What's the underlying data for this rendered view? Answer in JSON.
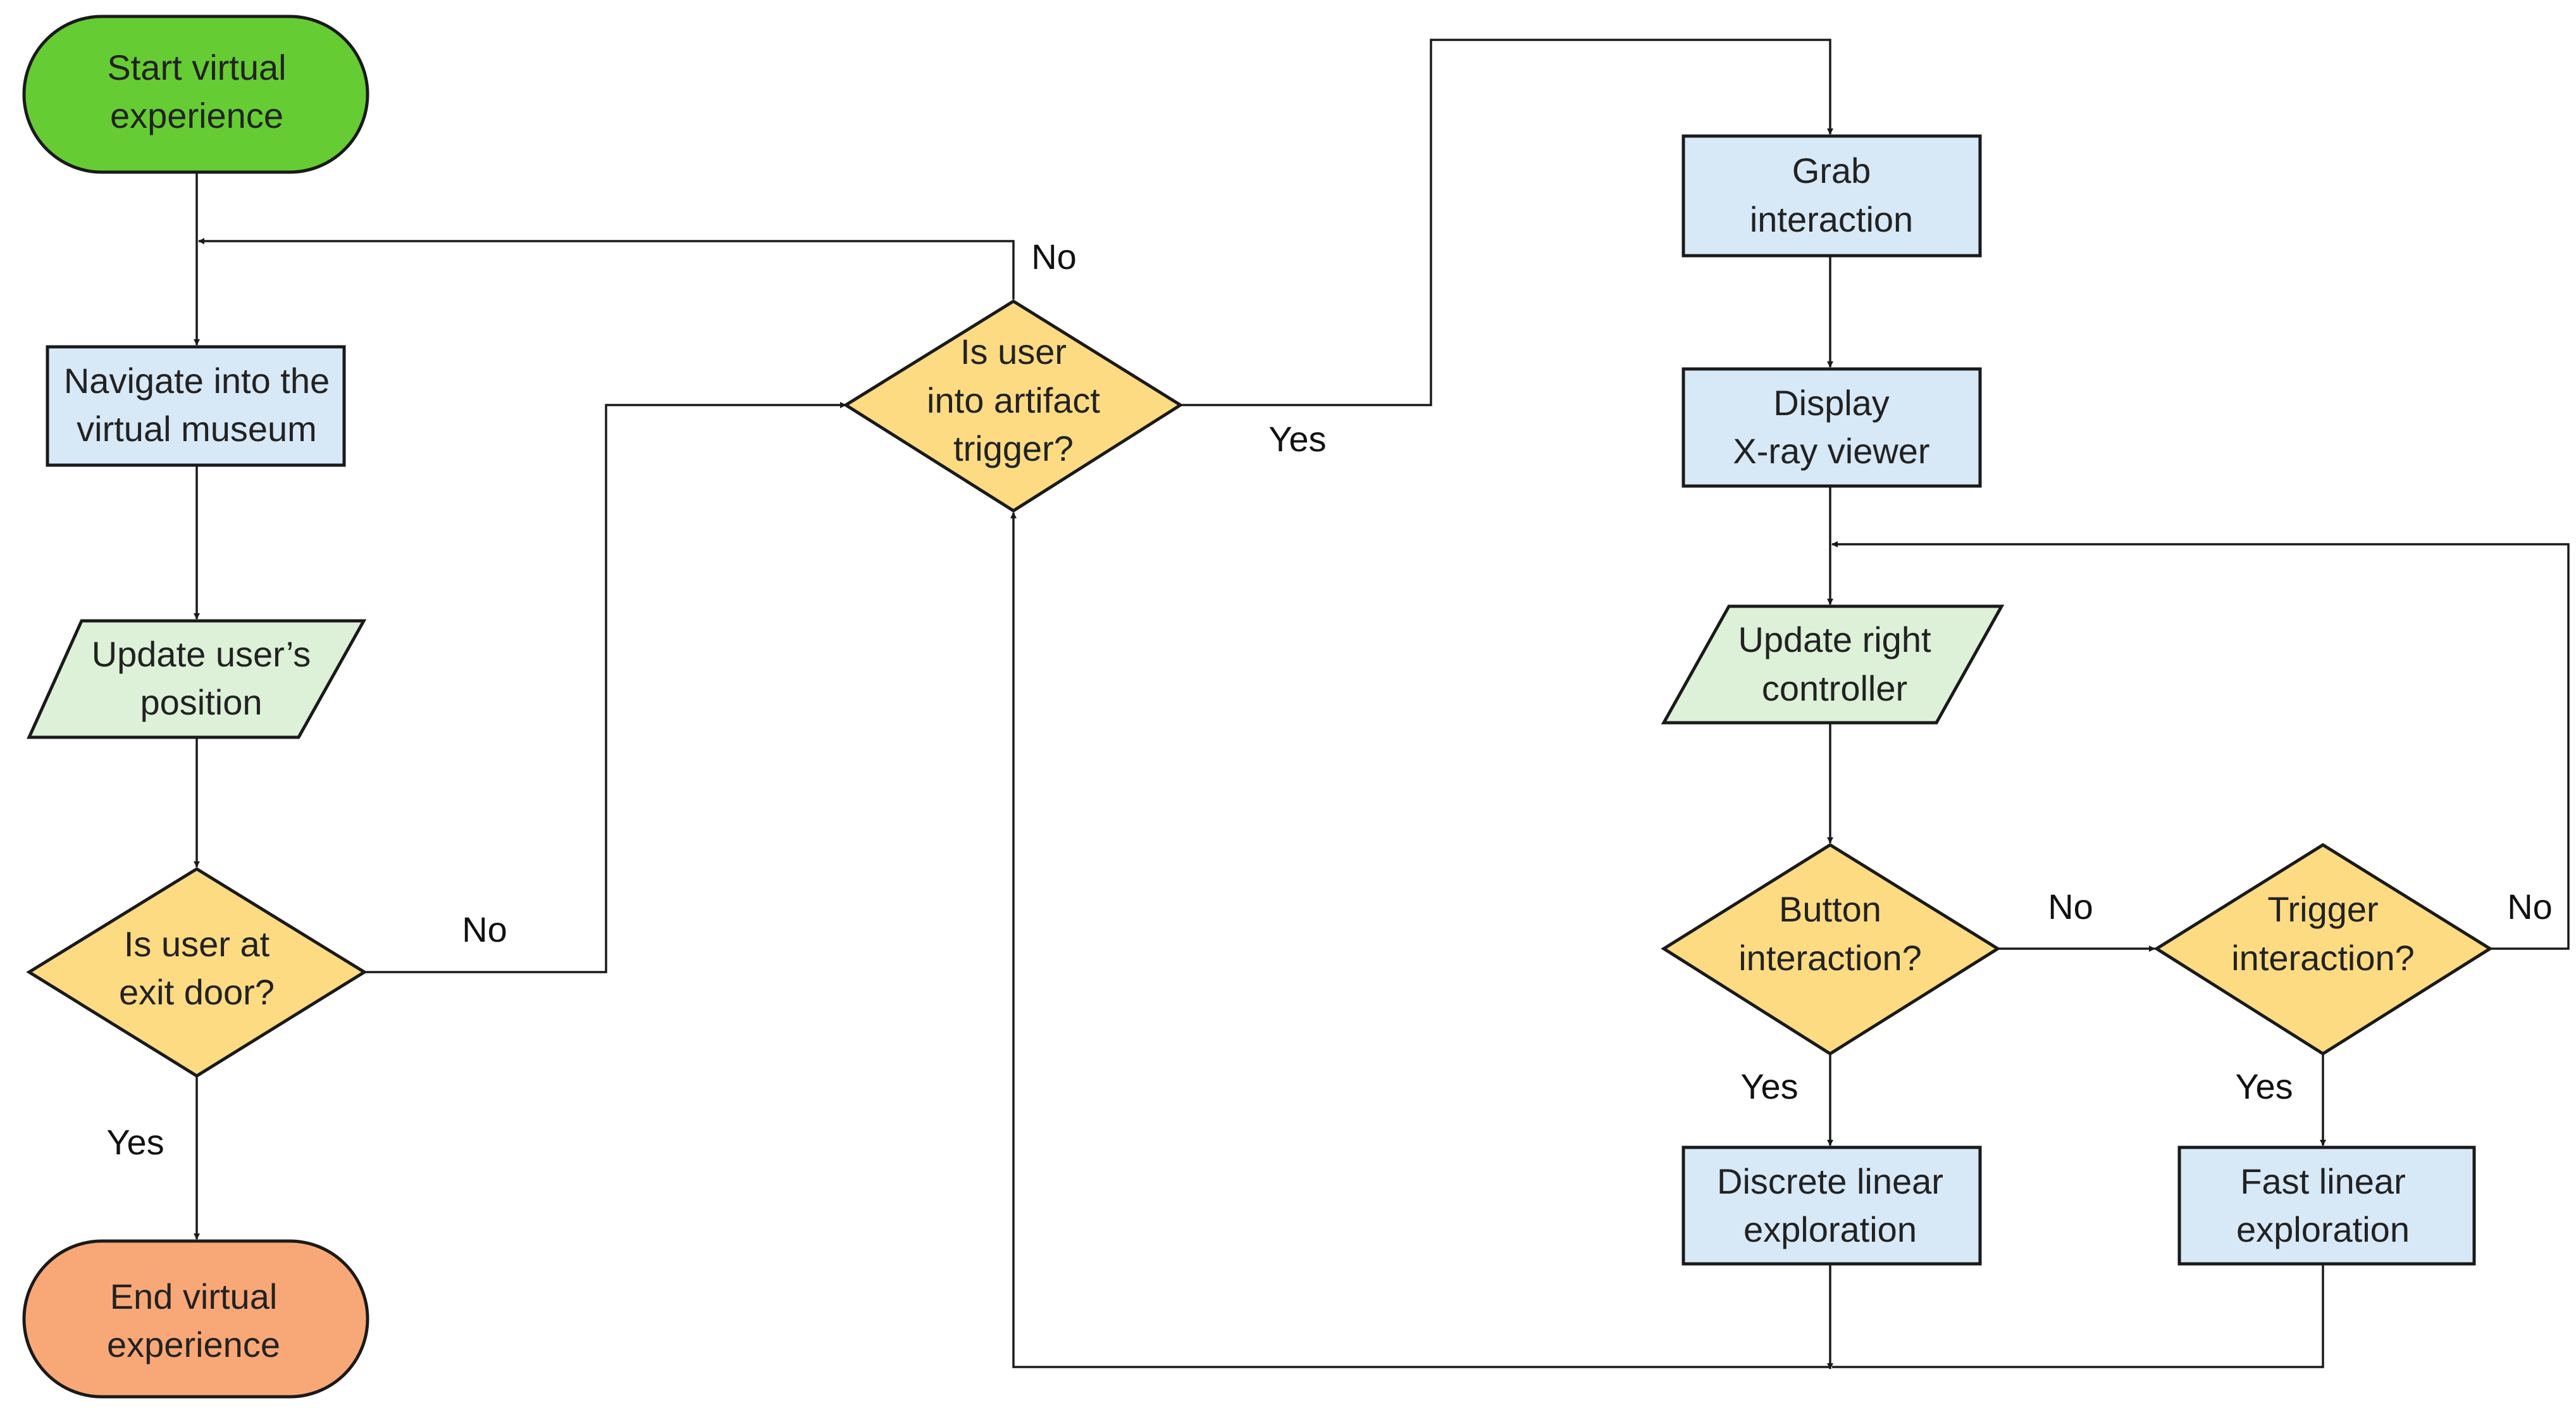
{
  "colors": {
    "start": "#66cc33",
    "end": "#f8a877",
    "process": "#d7e8f6",
    "io": "#ddf0d8",
    "decision": "#fddb83"
  },
  "nodes": {
    "start": [
      "Start virtual",
      "experience"
    ],
    "navigate": [
      "Navigate into the",
      "virtual museum"
    ],
    "update_position": [
      "Update user’s",
      "position"
    ],
    "exit_door": [
      "Is user at",
      "exit door?"
    ],
    "end": [
      "End virtual",
      "experience"
    ],
    "artifact_trigger": [
      "Is user",
      "into artifact",
      "trigger?"
    ],
    "grab": [
      "Grab",
      "interaction"
    ],
    "display_xray": [
      "Display",
      "X-ray viewer"
    ],
    "update_controller": [
      "Update right",
      "controller"
    ],
    "button_interaction": [
      "Button",
      "interaction?"
    ],
    "trigger_interaction": [
      "Trigger",
      "interaction?"
    ],
    "discrete_linear": [
      "Discrete linear",
      "exploration"
    ],
    "fast_linear": [
      "Fast linear",
      "exploration"
    ]
  },
  "edge_labels": {
    "artifact_no": "No",
    "artifact_yes": "Yes",
    "exit_no": "No",
    "exit_yes": "Yes",
    "button_no": "No",
    "button_yes": "Yes",
    "trigger_no": "No",
    "trigger_yes": "Yes"
  }
}
